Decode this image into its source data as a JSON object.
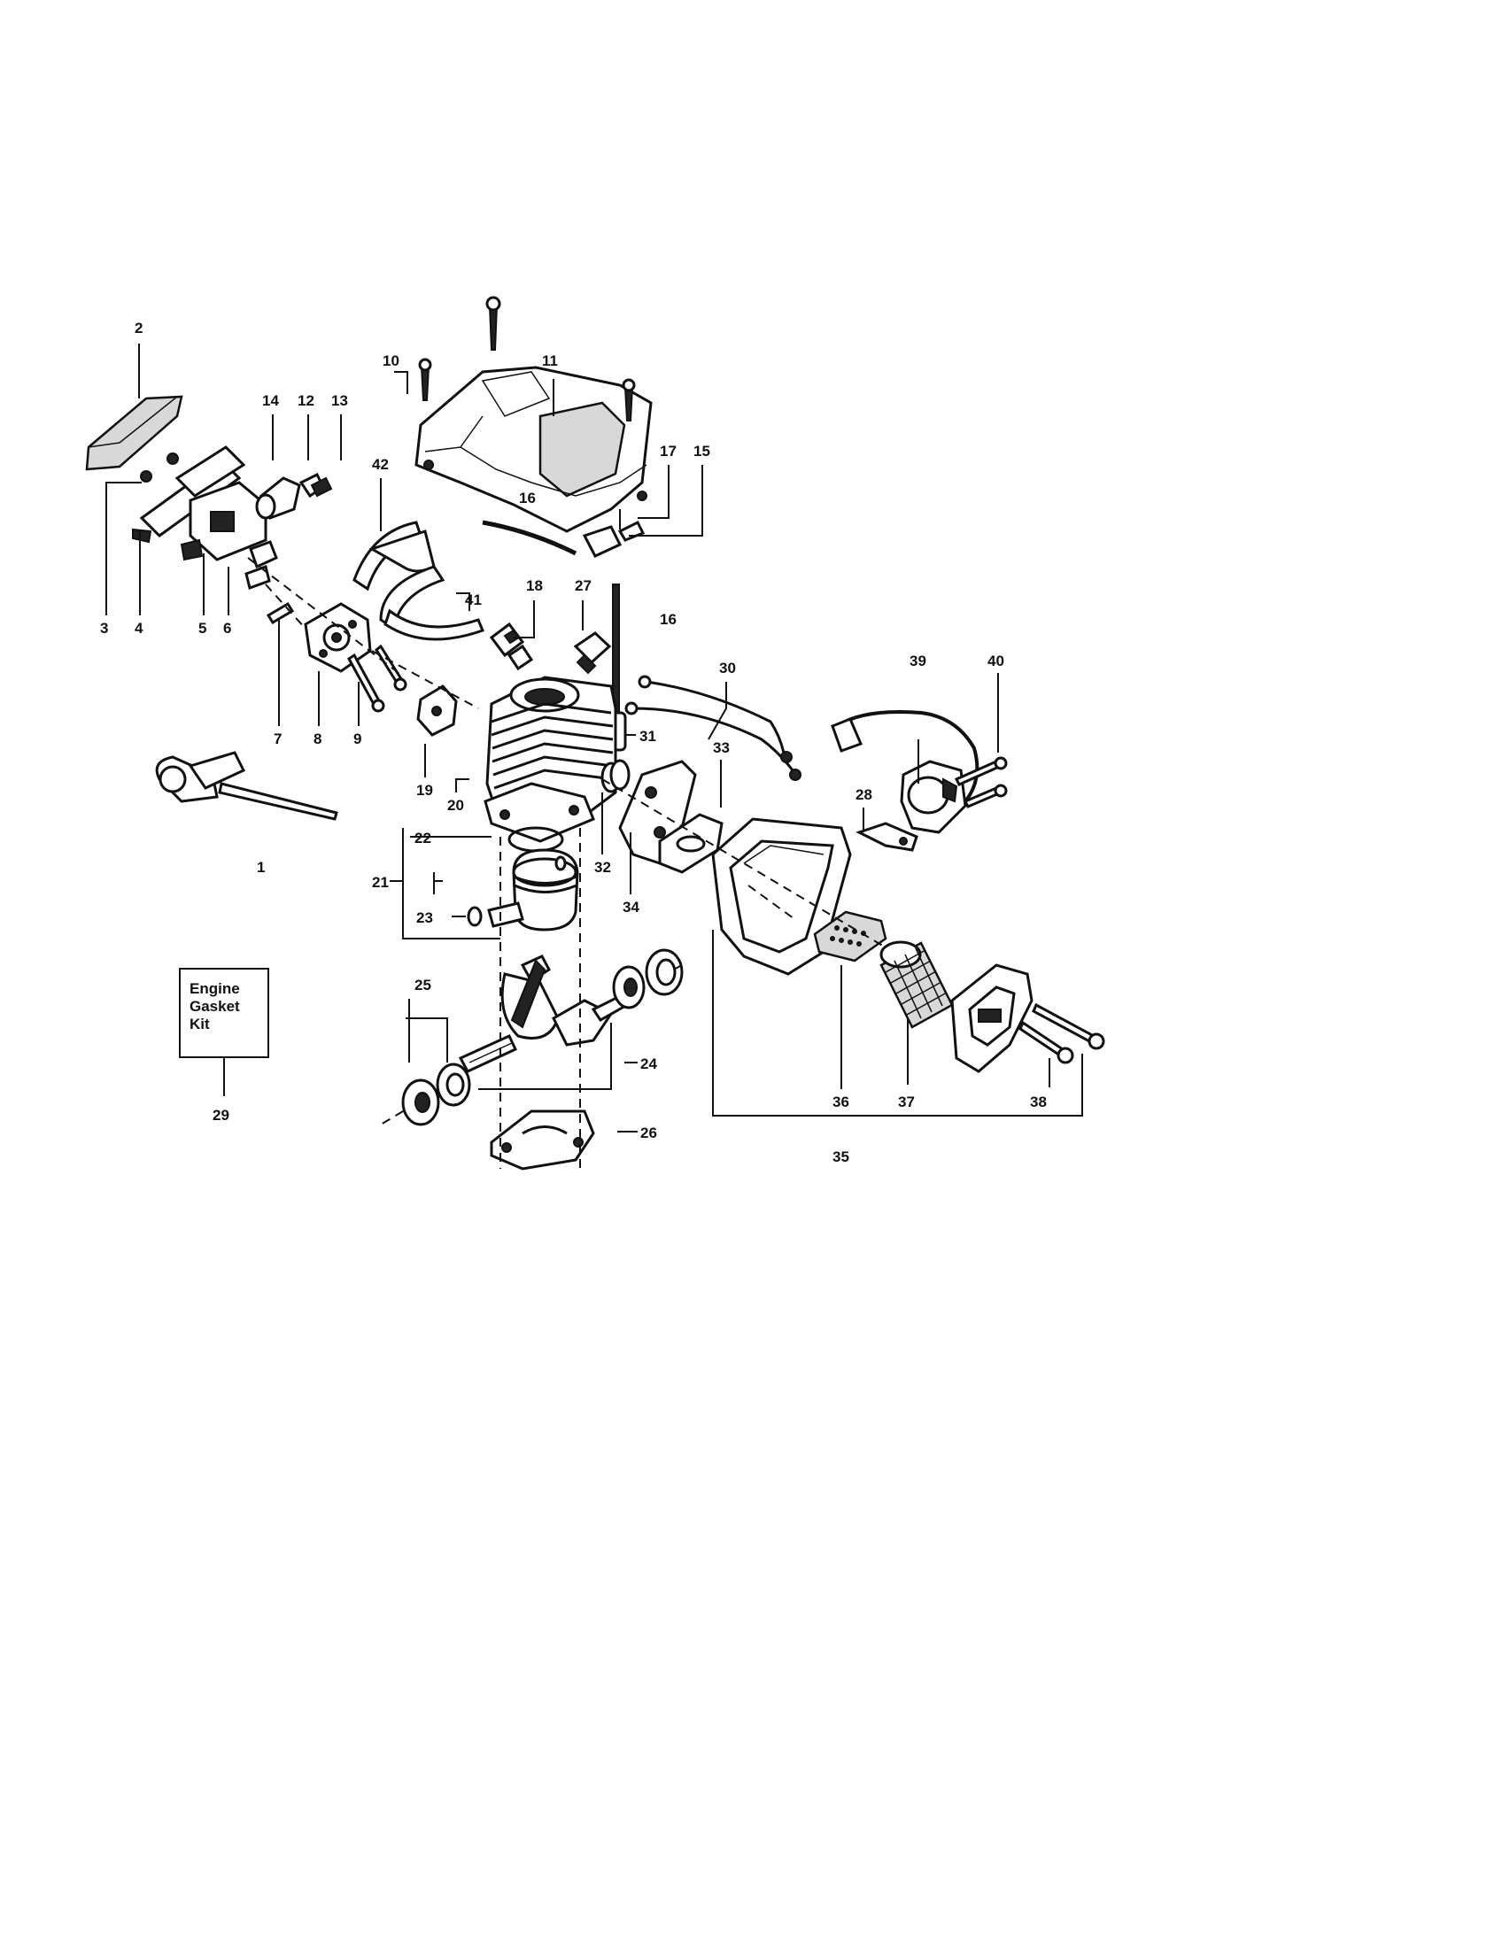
{
  "callouts": [
    "1",
    "2",
    "3",
    "4",
    "5",
    "6",
    "7",
    "8",
    "9",
    "10",
    "11",
    "12",
    "13",
    "14",
    "15",
    "16",
    "16",
    "16",
    "17",
    "18",
    "19",
    "20",
    "21",
    "22",
    "23",
    "24",
    "25",
    "26",
    "27",
    "28",
    "29",
    "30",
    "31",
    "32",
    "33",
    "34",
    "35",
    "36",
    "37",
    "38",
    "39",
    "40",
    "41",
    "42"
  ],
  "kit_box": {
    "line1": "Engine",
    "line2": "Gasket",
    "line3": "Kit"
  },
  "colors": {
    "ink": "#111111",
    "paper": "#ffffff",
    "shade": "#d8d8d8"
  }
}
